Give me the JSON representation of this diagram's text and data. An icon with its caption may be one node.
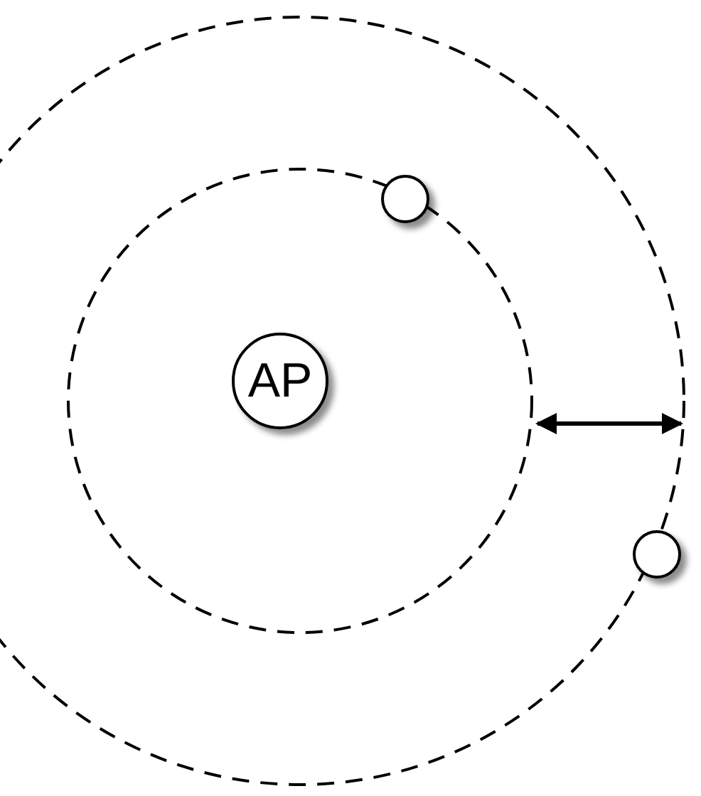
{
  "diagram": {
    "nodes": [
      {
        "text": [
          "AP"
        ]
      },
      {
        "text": [],
        "shape": "circle"
      },
      {
        "text": [],
        "shape": "circle"
      }
    ]
  }
}
